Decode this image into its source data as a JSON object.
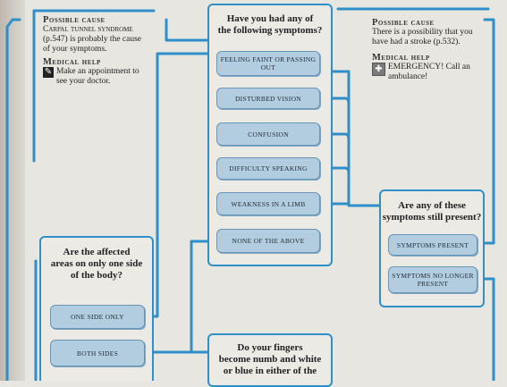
{
  "left_panel": {
    "cause_heading": "Possible cause",
    "cause_line1": "Carpal tunnel syndrome",
    "cause_line2": "(p.547) is probably the cause",
    "cause_line3": "of your symptoms.",
    "help_heading": "Medical help",
    "help_icon": "doctor-icon",
    "help_line1": "Make an appointment to",
    "help_line2": "see your doctor."
  },
  "right_panel": {
    "cause_heading": "Possible cause",
    "cause_line1": "There is a possibility that you",
    "cause_line2": "have had a stroke (p.532).",
    "help_heading": "Medical help",
    "help_icon": "emergency-icon",
    "help_line1": "EMERGENCY! Call an",
    "help_line2": "ambulance!"
  },
  "center_question": {
    "line1": "Have you had any of",
    "line2": "the following symptoms?",
    "options": [
      {
        "label": "Feeling faint or passing out"
      },
      {
        "label": "Disturbed vision"
      },
      {
        "label": "Confusion"
      },
      {
        "label": "Difficulty speaking"
      },
      {
        "label": "Weakness in a limb"
      },
      {
        "label": "None of the above"
      }
    ]
  },
  "still_present_question": {
    "line1": "Are any of these",
    "line2": "symptoms still present?",
    "options": [
      {
        "label": "Symptoms present"
      },
      {
        "label": "Symptoms no longer present"
      }
    ]
  },
  "one_side_question": {
    "line1": "Are the affected",
    "line2": "areas on only one side",
    "line3": "of the body?",
    "options": [
      {
        "label": "One side only"
      },
      {
        "label": "Both sides"
      }
    ]
  },
  "fingers_question": {
    "line1": "Do your fingers",
    "line2": "become numb and white",
    "line3": "or blue in either of the"
  },
  "colors": {
    "connector": "#2f8fc8",
    "button_fill": "#b2cde0",
    "page": "#e7e6e1"
  }
}
